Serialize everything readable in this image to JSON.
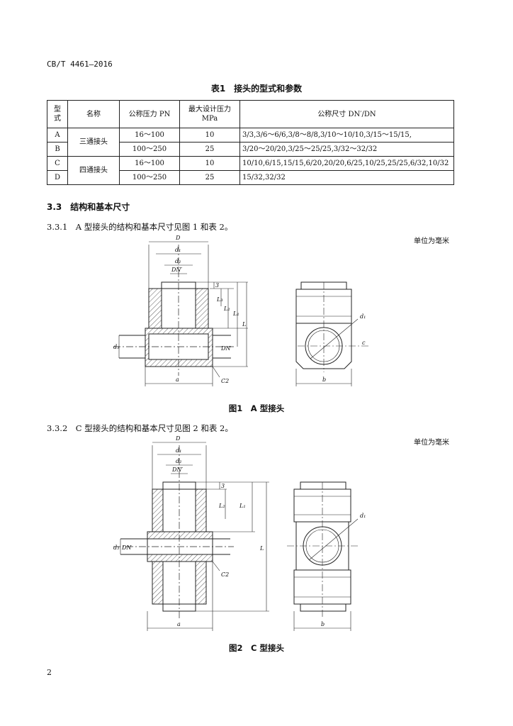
{
  "header": {
    "standard": "CB/T 4461—2016"
  },
  "table": {
    "caption": "表1　接头的型式和参数",
    "headers": {
      "type": "型\n式",
      "name": "名称",
      "pn": "公称压力 PN",
      "mpa": "最大设计压力\nMPa",
      "dn": "公称尺寸 DN′/DN"
    },
    "rows": [
      {
        "type": "A",
        "pn": "16～100",
        "mpa": "10"
      },
      {
        "type": "B",
        "pn": "100～250",
        "mpa": "25"
      },
      {
        "type": "C",
        "pn": "16～100",
        "mpa": "10"
      },
      {
        "type": "D",
        "pn": "100～250",
        "mpa": "25"
      }
    ],
    "groups": [
      {
        "name": "三通接头",
        "dn_line1": "3/3,3/6～6/6,3/8～8/8,3/10～10/10,3/15～15/15,",
        "dn_line2": "3/20～20/20,3/25～25/25,3/32～32/32"
      },
      {
        "name": "四通接头",
        "dn_line1": "10/10,6/15,15/15,6/20,20/20,6/25,10/25,25/25,6/32,10/32",
        "dn_line2": "15/32,32/32"
      }
    ]
  },
  "section": {
    "heading": "3.3　结构和基本尺寸",
    "p1": "3.3.1　A 型接头的结构和基本尺寸见图 1 和表 2。",
    "p2": "3.3.2　C 型接头的结构和基本尺寸见图 2 和表 2。"
  },
  "unit_note": "单位为毫米",
  "figure1": {
    "caption": "图1　A 型接头",
    "labels": {
      "D": "D",
      "d1": "d₁",
      "d2": "d₂",
      "dnp": "DN′",
      "three": "3",
      "L3": "L₃",
      "L2": "L₂",
      "L1": "L₁",
      "L": "L",
      "d3": "d₃",
      "DN": "DN",
      "C2": "C2",
      "a": "a",
      "b": "b",
      "c": "c",
      "d1r": "d₁"
    }
  },
  "figure2": {
    "caption": "图2　C 型接头",
    "labels": {
      "D": "D",
      "d1": "d₁",
      "d2": "d₂",
      "dnp": "DN′",
      "three": "3",
      "L2": "L₂",
      "L1": "L₁",
      "L": "L",
      "d3": "d₃",
      "DN": "DN",
      "C2": "C2",
      "a": "a",
      "b": "b",
      "d1r": "d₁"
    }
  },
  "page_number": "2"
}
